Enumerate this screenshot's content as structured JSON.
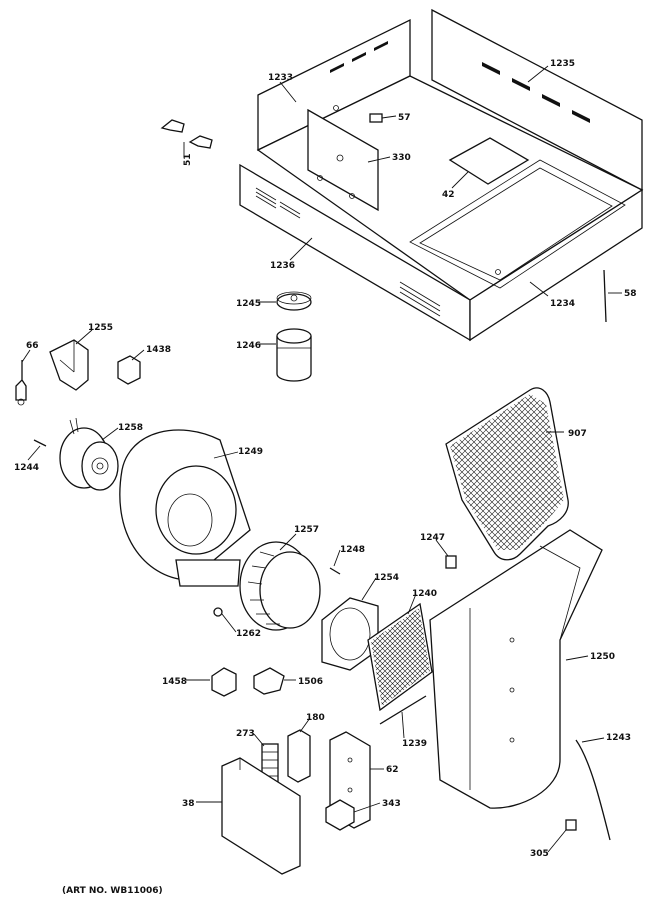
{
  "art_number": "(ART NO. WB11006)",
  "callouts": [
    {
      "id": "1233",
      "label": "1233"
    },
    {
      "id": "1235",
      "label": "1235"
    },
    {
      "id": "57",
      "label": "57"
    },
    {
      "id": "51",
      "label": "51"
    },
    {
      "id": "330",
      "label": "330"
    },
    {
      "id": "42",
      "label": "42"
    },
    {
      "id": "1236",
      "label": "1236"
    },
    {
      "id": "1234",
      "label": "1234"
    },
    {
      "id": "58",
      "label": "58"
    },
    {
      "id": "1245",
      "label": "1245"
    },
    {
      "id": "1246",
      "label": "1246"
    },
    {
      "id": "66",
      "label": "66"
    },
    {
      "id": "1255",
      "label": "1255"
    },
    {
      "id": "1438",
      "label": "1438"
    },
    {
      "id": "1258",
      "label": "1258"
    },
    {
      "id": "1244",
      "label": "1244"
    },
    {
      "id": "1249",
      "label": "1249"
    },
    {
      "id": "907",
      "label": "907"
    },
    {
      "id": "1257",
      "label": "1257"
    },
    {
      "id": "1248",
      "label": "1248"
    },
    {
      "id": "1247",
      "label": "1247"
    },
    {
      "id": "1254",
      "label": "1254"
    },
    {
      "id": "1240",
      "label": "1240"
    },
    {
      "id": "1262",
      "label": "1262"
    },
    {
      "id": "1250",
      "label": "1250"
    },
    {
      "id": "1458",
      "label": "1458"
    },
    {
      "id": "1506",
      "label": "1506"
    },
    {
      "id": "1239",
      "label": "1239"
    },
    {
      "id": "273",
      "label": "273"
    },
    {
      "id": "180",
      "label": "180"
    },
    {
      "id": "1243",
      "label": "1243"
    },
    {
      "id": "62",
      "label": "62"
    },
    {
      "id": "38",
      "label": "38"
    },
    {
      "id": "343",
      "label": "343"
    },
    {
      "id": "305",
      "label": "305"
    }
  ]
}
